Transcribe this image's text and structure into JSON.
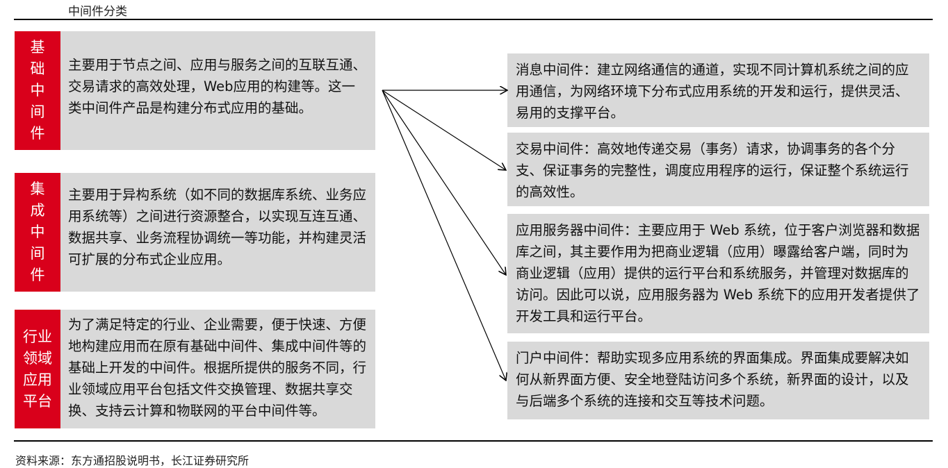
{
  "title": "中间件分类",
  "left": [
    {
      "tag": "基础中间件",
      "text": "主要用于节点之间、应用与服务之间的互联互通、交易请求的高效处理，Web应用的构建等。这一类中间件产品是构建分布式应用的基础。"
    },
    {
      "tag": "集成中间件",
      "text": "主要用于异构系统（如不同的数据库系统、业务应用系统等）之间进行资源整合，以实现互连互通、数据共享、业务流程协调统一等功能，并构建灵活可扩展的分布式企业应用。"
    },
    {
      "tag": "行业领域应用平台",
      "text": "为了满足特定的行业、企业需要，便于快速、方便地构建应用而在原有基础中间件、集成中间件等的基础上开发的中间件。根据所提供的服务不同，行业领域应用平台包括文件交换管理、数据共享交换、支持云计算和物联网的平台中间件等。"
    }
  ],
  "right": [
    "消息中间件：建立网络通信的通道，实现不同计算机系统之间的应用通信，为网络环境下分布式应用系统的开发和运行，提供灵活、易用的支撑平台。",
    "交易中间件：高效地传递交易（事务）请求，协调事务的各个分支、保证事务的完整性，调度应用程序的运行，保证整个系统运行的高效性。",
    "应用服务器中间件：主要应用于 Web 系统，位于客户浏览器和数据库之间，其主要作用为把商业逻辑（应用）曝露给客户端，同时为商业逻辑（应用）提供的运行平台和系统服务，并管理对数据库的访问。因此可以说，应用服务器为 Web 系统下的应用开发者提供了开发工具和运行平台。",
    "门户中间件：帮助实现多应用系统的界面集成。界面集成要解决如何从新界面方便、安全地登陆访问多个系统，新界面的设计，以及与后端多个系统的连接和交互等技术问题。"
  ],
  "footer": "资料来源：东方通招股说明书，长江证券研究所",
  "colors": {
    "accent": "#d9001b",
    "box": "#d9d9d9"
  }
}
